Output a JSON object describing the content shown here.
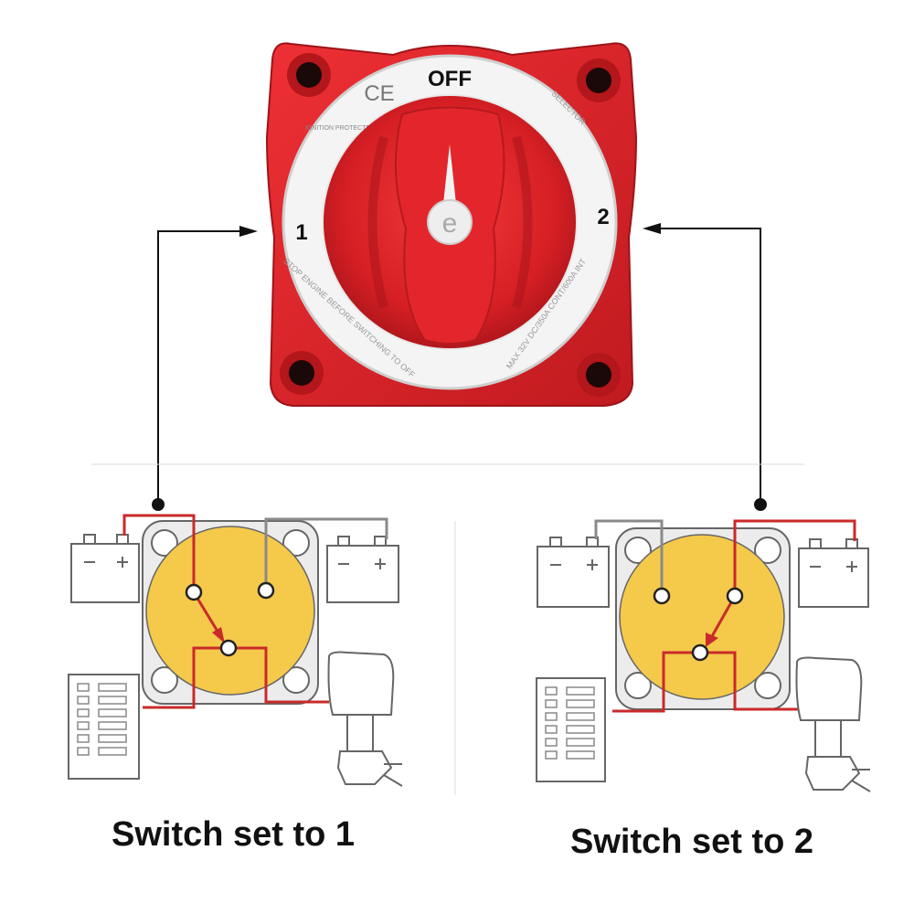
{
  "switch_face": {
    "off_label": "OFF",
    "pos1_label": "1",
    "pos2_label": "2",
    "ce_mark": "CE",
    "ignition_text": "IGNITION PROTECTED",
    "selector_text": "SELECTOR",
    "warning_text": "STOP ENGINE BEFORE SWITCHING TO OFF",
    "rating_text": "MAX 32V DC/350A CONT/600A INT",
    "hub_logo": "e"
  },
  "captions": {
    "left": "Switch set to 1",
    "right": "Switch set to 2"
  },
  "colors": {
    "switch_red": "#e0262a",
    "wire_red": "#c92a2a",
    "wire_gray": "#8a8a8a",
    "rotor_yellow": "#f5c94a"
  }
}
